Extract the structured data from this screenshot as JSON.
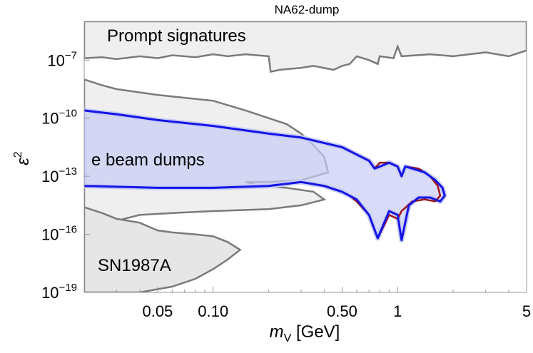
{
  "chart_data": {
    "type": "area",
    "title": "NA62-dump",
    "xlabel": {
      "symbol": "m",
      "sub": "V",
      "unit": " [GeV]"
    },
    "ylabel": {
      "symbol": "ε",
      "sup": "2"
    },
    "xscale": "log",
    "yscale": "log",
    "xlim": [
      0.02,
      5
    ],
    "ylim": [
      1e-19,
      1e-05
    ],
    "x_ticks": [
      {
        "value": 0.05,
        "label": "0.05"
      },
      {
        "value": 0.1,
        "label": "0.10"
      },
      {
        "value": 0.5,
        "label": "0.50"
      },
      {
        "value": 1,
        "label": "1"
      },
      {
        "value": 5,
        "label": "5"
      }
    ],
    "y_ticks": [
      {
        "exp": -7,
        "base": "10",
        "sup": "−7"
      },
      {
        "exp": -10,
        "base": "10",
        "sup": "−10"
      },
      {
        "exp": -13,
        "base": "10",
        "sup": "−13"
      },
      {
        "exp": -16,
        "base": "10",
        "sup": "−16"
      },
      {
        "exp": -19,
        "base": "10",
        "sup": "−19"
      }
    ],
    "region_labels": [
      {
        "text": "Prompt signatures"
      },
      {
        "text": "e beam dumps"
      },
      {
        "text": "SN1987A"
      }
    ],
    "excluded_regions": [
      {
        "label": "Prompt signatures",
        "points": [
          [
            0.02,
            -5
          ],
          [
            0.02,
            -6.9
          ],
          [
            0.025,
            -6.85
          ],
          [
            0.03,
            -6.95
          ],
          [
            0.04,
            -6.8
          ],
          [
            0.05,
            -6.9
          ],
          [
            0.06,
            -6.75
          ],
          [
            0.08,
            -6.85
          ],
          [
            0.1,
            -6.7
          ],
          [
            0.12,
            -6.8
          ],
          [
            0.15,
            -6.7
          ],
          [
            0.2,
            -6.8
          ],
          [
            0.205,
            -7.6
          ],
          [
            0.23,
            -7.5
          ],
          [
            0.3,
            -7.4
          ],
          [
            0.35,
            -7.3
          ],
          [
            0.45,
            -7.5
          ],
          [
            0.5,
            -7.3
          ],
          [
            0.55,
            -7.2
          ],
          [
            0.6,
            -6.8
          ],
          [
            0.7,
            -7.0
          ],
          [
            0.78,
            -7.2
          ],
          [
            0.8,
            -6.8
          ],
          [
            0.95,
            -6.9
          ],
          [
            1.0,
            -6.3
          ],
          [
            1.05,
            -6.8
          ],
          [
            1.5,
            -6.7
          ],
          [
            2.0,
            -6.8
          ],
          [
            3.0,
            -6.6
          ],
          [
            4.0,
            -6.8
          ],
          [
            5.0,
            -6.5
          ],
          [
            5,
            -5
          ]
        ]
      },
      {
        "label": "e beam dumps",
        "points": [
          [
            0.02,
            -8.0
          ],
          [
            0.025,
            -8.3
          ],
          [
            0.03,
            -8.5
          ],
          [
            0.05,
            -8.8
          ],
          [
            0.1,
            -9.1
          ],
          [
            0.15,
            -9.6
          ],
          [
            0.2,
            -10.0
          ],
          [
            0.25,
            -10.3
          ],
          [
            0.3,
            -10.8
          ],
          [
            0.35,
            -11.4
          ],
          [
            0.4,
            -12.0
          ],
          [
            0.42,
            -12.8
          ],
          [
            0.3,
            -13.2
          ],
          [
            0.2,
            -13.3
          ],
          [
            0.15,
            -13.3
          ],
          [
            0.18,
            -13.5
          ],
          [
            0.25,
            -13.6
          ],
          [
            0.35,
            -13.8
          ],
          [
            0.4,
            -14.2
          ],
          [
            0.3,
            -14.5
          ],
          [
            0.2,
            -14.7
          ],
          [
            0.1,
            -14.8
          ],
          [
            0.06,
            -14.9
          ],
          [
            0.04,
            -15.0
          ],
          [
            0.03,
            -15.3
          ],
          [
            0.02,
            -15.5
          ]
        ]
      },
      {
        "label": "SN1987A",
        "points": [
          [
            0.02,
            -14.6
          ],
          [
            0.025,
            -14.9
          ],
          [
            0.03,
            -15.2
          ],
          [
            0.04,
            -15.4
          ],
          [
            0.05,
            -15.8
          ],
          [
            0.06,
            -15.9
          ],
          [
            0.08,
            -16.0
          ],
          [
            0.1,
            -16.1
          ],
          [
            0.12,
            -16.4
          ],
          [
            0.14,
            -16.8
          ],
          [
            0.12,
            -17.3
          ],
          [
            0.1,
            -17.8
          ],
          [
            0.08,
            -18.3
          ],
          [
            0.06,
            -18.7
          ],
          [
            0.04,
            -19
          ],
          [
            0.02,
            -19
          ]
        ]
      }
    ],
    "series": [
      {
        "color": "#1414e6",
        "band_color": "#c8cdf5",
        "upper": [
          [
            0.02,
            -9.6
          ],
          [
            0.03,
            -9.8
          ],
          [
            0.05,
            -10.1
          ],
          [
            0.1,
            -10.4
          ],
          [
            0.2,
            -10.8
          ],
          [
            0.3,
            -11.0
          ],
          [
            0.5,
            -11.5
          ],
          [
            0.7,
            -12.2
          ],
          [
            0.75,
            -12.6
          ],
          [
            0.8,
            -12.5
          ],
          [
            0.9,
            -12.3
          ],
          [
            1.0,
            -12.5
          ],
          [
            1.05,
            -13.0
          ],
          [
            1.1,
            -12.5
          ],
          [
            1.2,
            -12.6
          ],
          [
            1.4,
            -12.8
          ],
          [
            1.6,
            -13.2
          ],
          [
            1.75,
            -13.6
          ],
          [
            1.8,
            -14.0
          ],
          [
            1.7,
            -14.3
          ],
          [
            1.5,
            -14.1
          ],
          [
            1.3,
            -14.1
          ],
          [
            1.15,
            -14.5
          ],
          [
            1.05,
            -16.3
          ],
          [
            1.0,
            -15.0
          ],
          [
            0.9,
            -14.8
          ],
          [
            0.78,
            -16.2
          ],
          [
            0.7,
            -15.0
          ],
          [
            0.6,
            -14.2
          ],
          [
            0.5,
            -13.8
          ],
          [
            0.4,
            -13.5
          ],
          [
            0.3,
            -13.3
          ],
          [
            0.2,
            -13.5
          ],
          [
            0.1,
            -13.6
          ],
          [
            0.05,
            -13.6
          ],
          [
            0.02,
            -13.5
          ]
        ]
      },
      {
        "color": "#a01414",
        "upper": [
          [
            0.75,
            -12.6
          ],
          [
            0.8,
            -12.3
          ],
          [
            0.9,
            -12.3
          ],
          [
            1.0,
            -12.5
          ],
          [
            1.05,
            -13.0
          ],
          [
            1.1,
            -12.5
          ],
          [
            1.3,
            -12.6
          ],
          [
            1.5,
            -13.0
          ],
          [
            1.65,
            -13.5
          ],
          [
            1.7,
            -14.0
          ],
          [
            1.6,
            -14.3
          ],
          [
            1.4,
            -14.2
          ],
          [
            1.2,
            -14.3
          ],
          [
            1.05,
            -14.8
          ],
          [
            1.0,
            -15.2
          ],
          [
            0.9,
            -15.0
          ],
          [
            0.78,
            -16.2
          ],
          [
            0.7,
            -15.0
          ],
          [
            0.6,
            -14.3
          ],
          [
            0.55,
            -14.0
          ]
        ]
      }
    ]
  }
}
